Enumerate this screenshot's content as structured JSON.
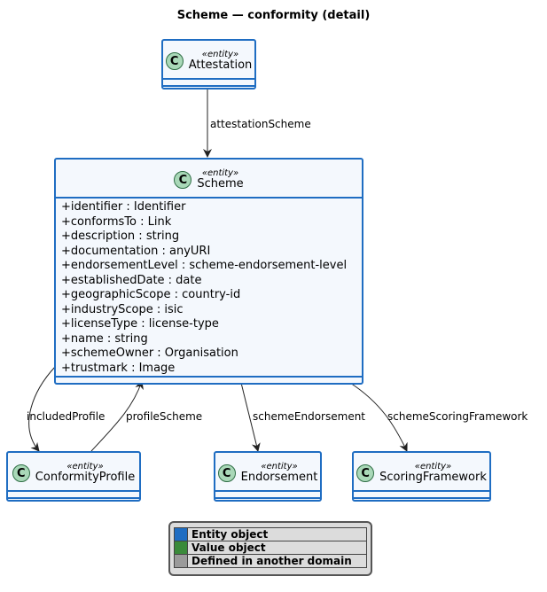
{
  "diagram": {
    "title": "Scheme — conformity (detail)",
    "classes": {
      "attestation": {
        "stereotype": "«entity»",
        "name": "Attestation",
        "icon": "C"
      },
      "scheme": {
        "stereotype": "«entity»",
        "name": "Scheme",
        "icon": "C",
        "attributes": [
          "+identifier : Identifier",
          "+conformsTo : Link",
          "+description : string",
          "+documentation : anyURI",
          "+endorsementLevel : scheme-endorsement-level",
          "+establishedDate : date",
          "+geographicScope : country-id",
          "+industryScope : isic",
          "+licenseType : license-type",
          "+name : string",
          "+schemeOwner : Organisation",
          "+trustmark : Image"
        ]
      },
      "conformity_profile": {
        "stereotype": "«entity»",
        "name": "ConformityProfile",
        "icon": "C"
      },
      "endorsement": {
        "stereotype": "«entity»",
        "name": "Endorsement",
        "icon": "C"
      },
      "scoring_framework": {
        "stereotype": "«entity»",
        "name": "ScoringFramework",
        "icon": "C"
      }
    },
    "edges": {
      "attestation_scheme": "attestationScheme",
      "included_profile": "includedProfile",
      "profile_scheme": "profileScheme",
      "scheme_endorsement": "schemeEndorsement",
      "scheme_scoring_framework": "schemeScoringFramework"
    },
    "legend": [
      {
        "label": "Entity object",
        "color": "#1f6dc2"
      },
      {
        "label": "Value object",
        "color": "#3a8a3a"
      },
      {
        "label": "Defined in another domain",
        "color": "#9a9a9a"
      }
    ]
  }
}
